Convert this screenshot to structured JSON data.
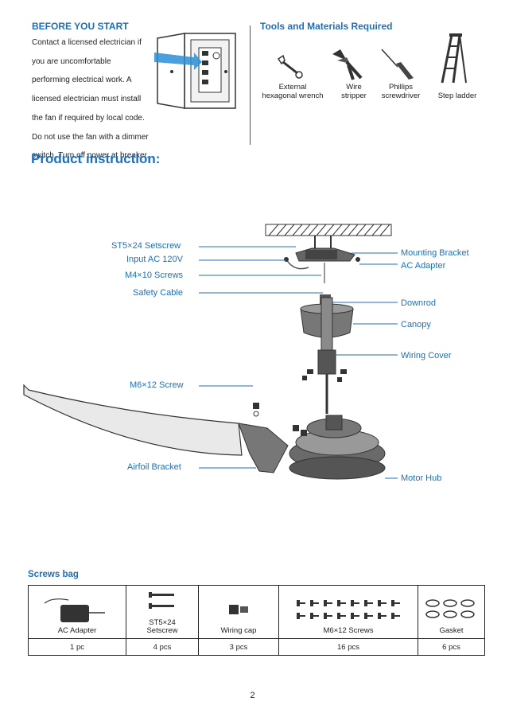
{
  "before_you_start": {
    "title": "BEFORE YOU START",
    "lines": [
      "Contact a licensed electrician if",
      "you are uncomfortable",
      "performing electrical work. A",
      "licensed electrician must install",
      "the fan if required by local code.",
      "Do not use the fan with a dimmer",
      "switch. Turn off power at breaker."
    ]
  },
  "tools": {
    "title": "Tools and Materials Required",
    "items": [
      {
        "label_1": "External",
        "label_2": "hexagonal wrench",
        "icon": "wrench-icon"
      },
      {
        "label_1": "Wire",
        "label_2": "stripper",
        "icon": "wire-stripper-icon"
      },
      {
        "label_1": "Phillips",
        "label_2": "screwdriver",
        "icon": "screwdriver-icon"
      },
      {
        "label_1": "Step ladder",
        "label_2": "",
        "icon": "step-ladder-icon"
      }
    ]
  },
  "product": {
    "title": "Product instruction:",
    "callouts_left": [
      "ST5×24 Setscrew",
      "Input AC 120V",
      "M4×10 Screws",
      "Safety Cable",
      "M6×12 Screw",
      "Airfoil Bracket"
    ],
    "callouts_right": [
      "Mounting Bracket",
      "AC Adapter",
      "Downrod",
      "Canopy",
      "Wiring Cover",
      "Motor Hub"
    ]
  },
  "screws_bag": {
    "title": "Screws bag",
    "items": [
      {
        "name": "AC Adapter",
        "qty": "1 pc"
      },
      {
        "name_1": "ST5×24",
        "name_2": "Setscrew",
        "qty": "4 pcs"
      },
      {
        "name": "Wiring cap",
        "qty": "3 pcs"
      },
      {
        "name": "M6×12 Screws",
        "qty": "16 pcs"
      },
      {
        "name": "Gasket",
        "qty": "6 pcs"
      }
    ]
  },
  "page_number": "2",
  "colors": {
    "heading_blue": "#1f6fb8",
    "arrow_blue": "#2b8fd6"
  }
}
